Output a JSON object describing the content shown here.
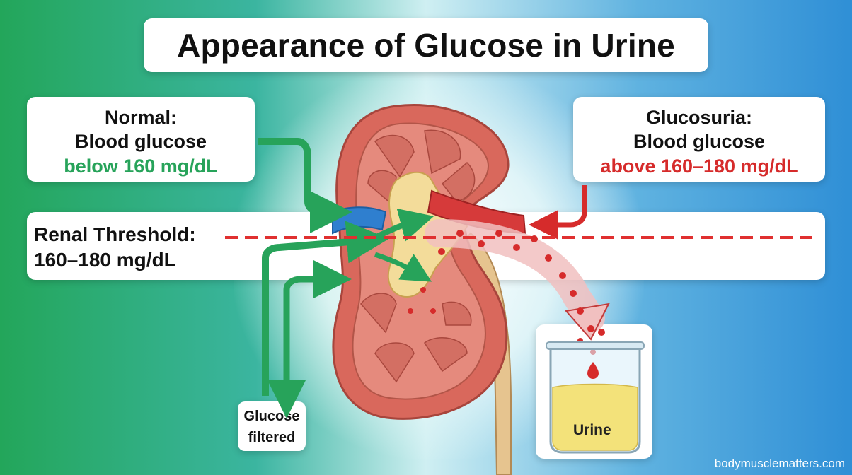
{
  "title": "Appearance of Glucose in Urine",
  "normal": {
    "line1": "Normal:",
    "line2": "Blood glucose",
    "line3": "below 160 mg/dL"
  },
  "glucosuria": {
    "line1": "Glucosuria:",
    "line2": "Blood glucose",
    "line3": "above 160–180 mg/dL"
  },
  "threshold": {
    "line1": "Renal Threshold:",
    "line2": "160–180 mg/dL"
  },
  "filtered": {
    "line1": "Glucose",
    "line2": "filtered"
  },
  "urine_label": "Urine",
  "watermark": "bodymusclematters.com",
  "colors": {
    "green": "#27a35a",
    "red": "#d62b2b",
    "threshold_line": "#e03030",
    "urine": "#f3e27a"
  }
}
